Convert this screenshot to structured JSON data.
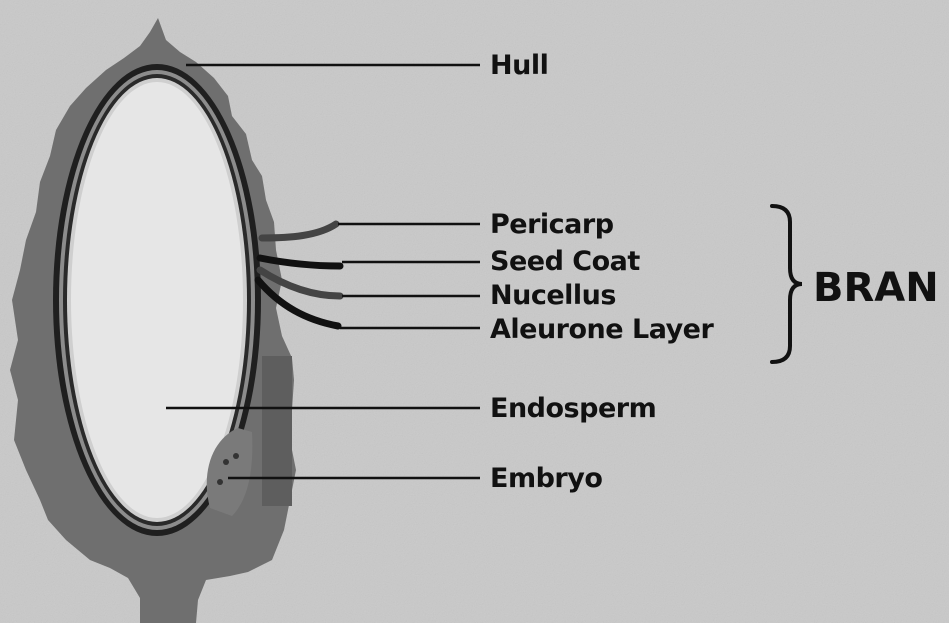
{
  "labels": {
    "hull": "Hull",
    "pericarp": "Pericarp",
    "seed_coat": "Seed Coat",
    "nucellus": "Nucellus",
    "aleurone_layer": "Aleurone Layer",
    "endosperm": "Endosperm",
    "embryo": "Embryo"
  },
  "group_label": "BRAN",
  "colors": {
    "background": "#c9c9c9",
    "hull": "#6f6f6f",
    "endosperm": "#e6e6e6",
    "ink": "#111111"
  }
}
